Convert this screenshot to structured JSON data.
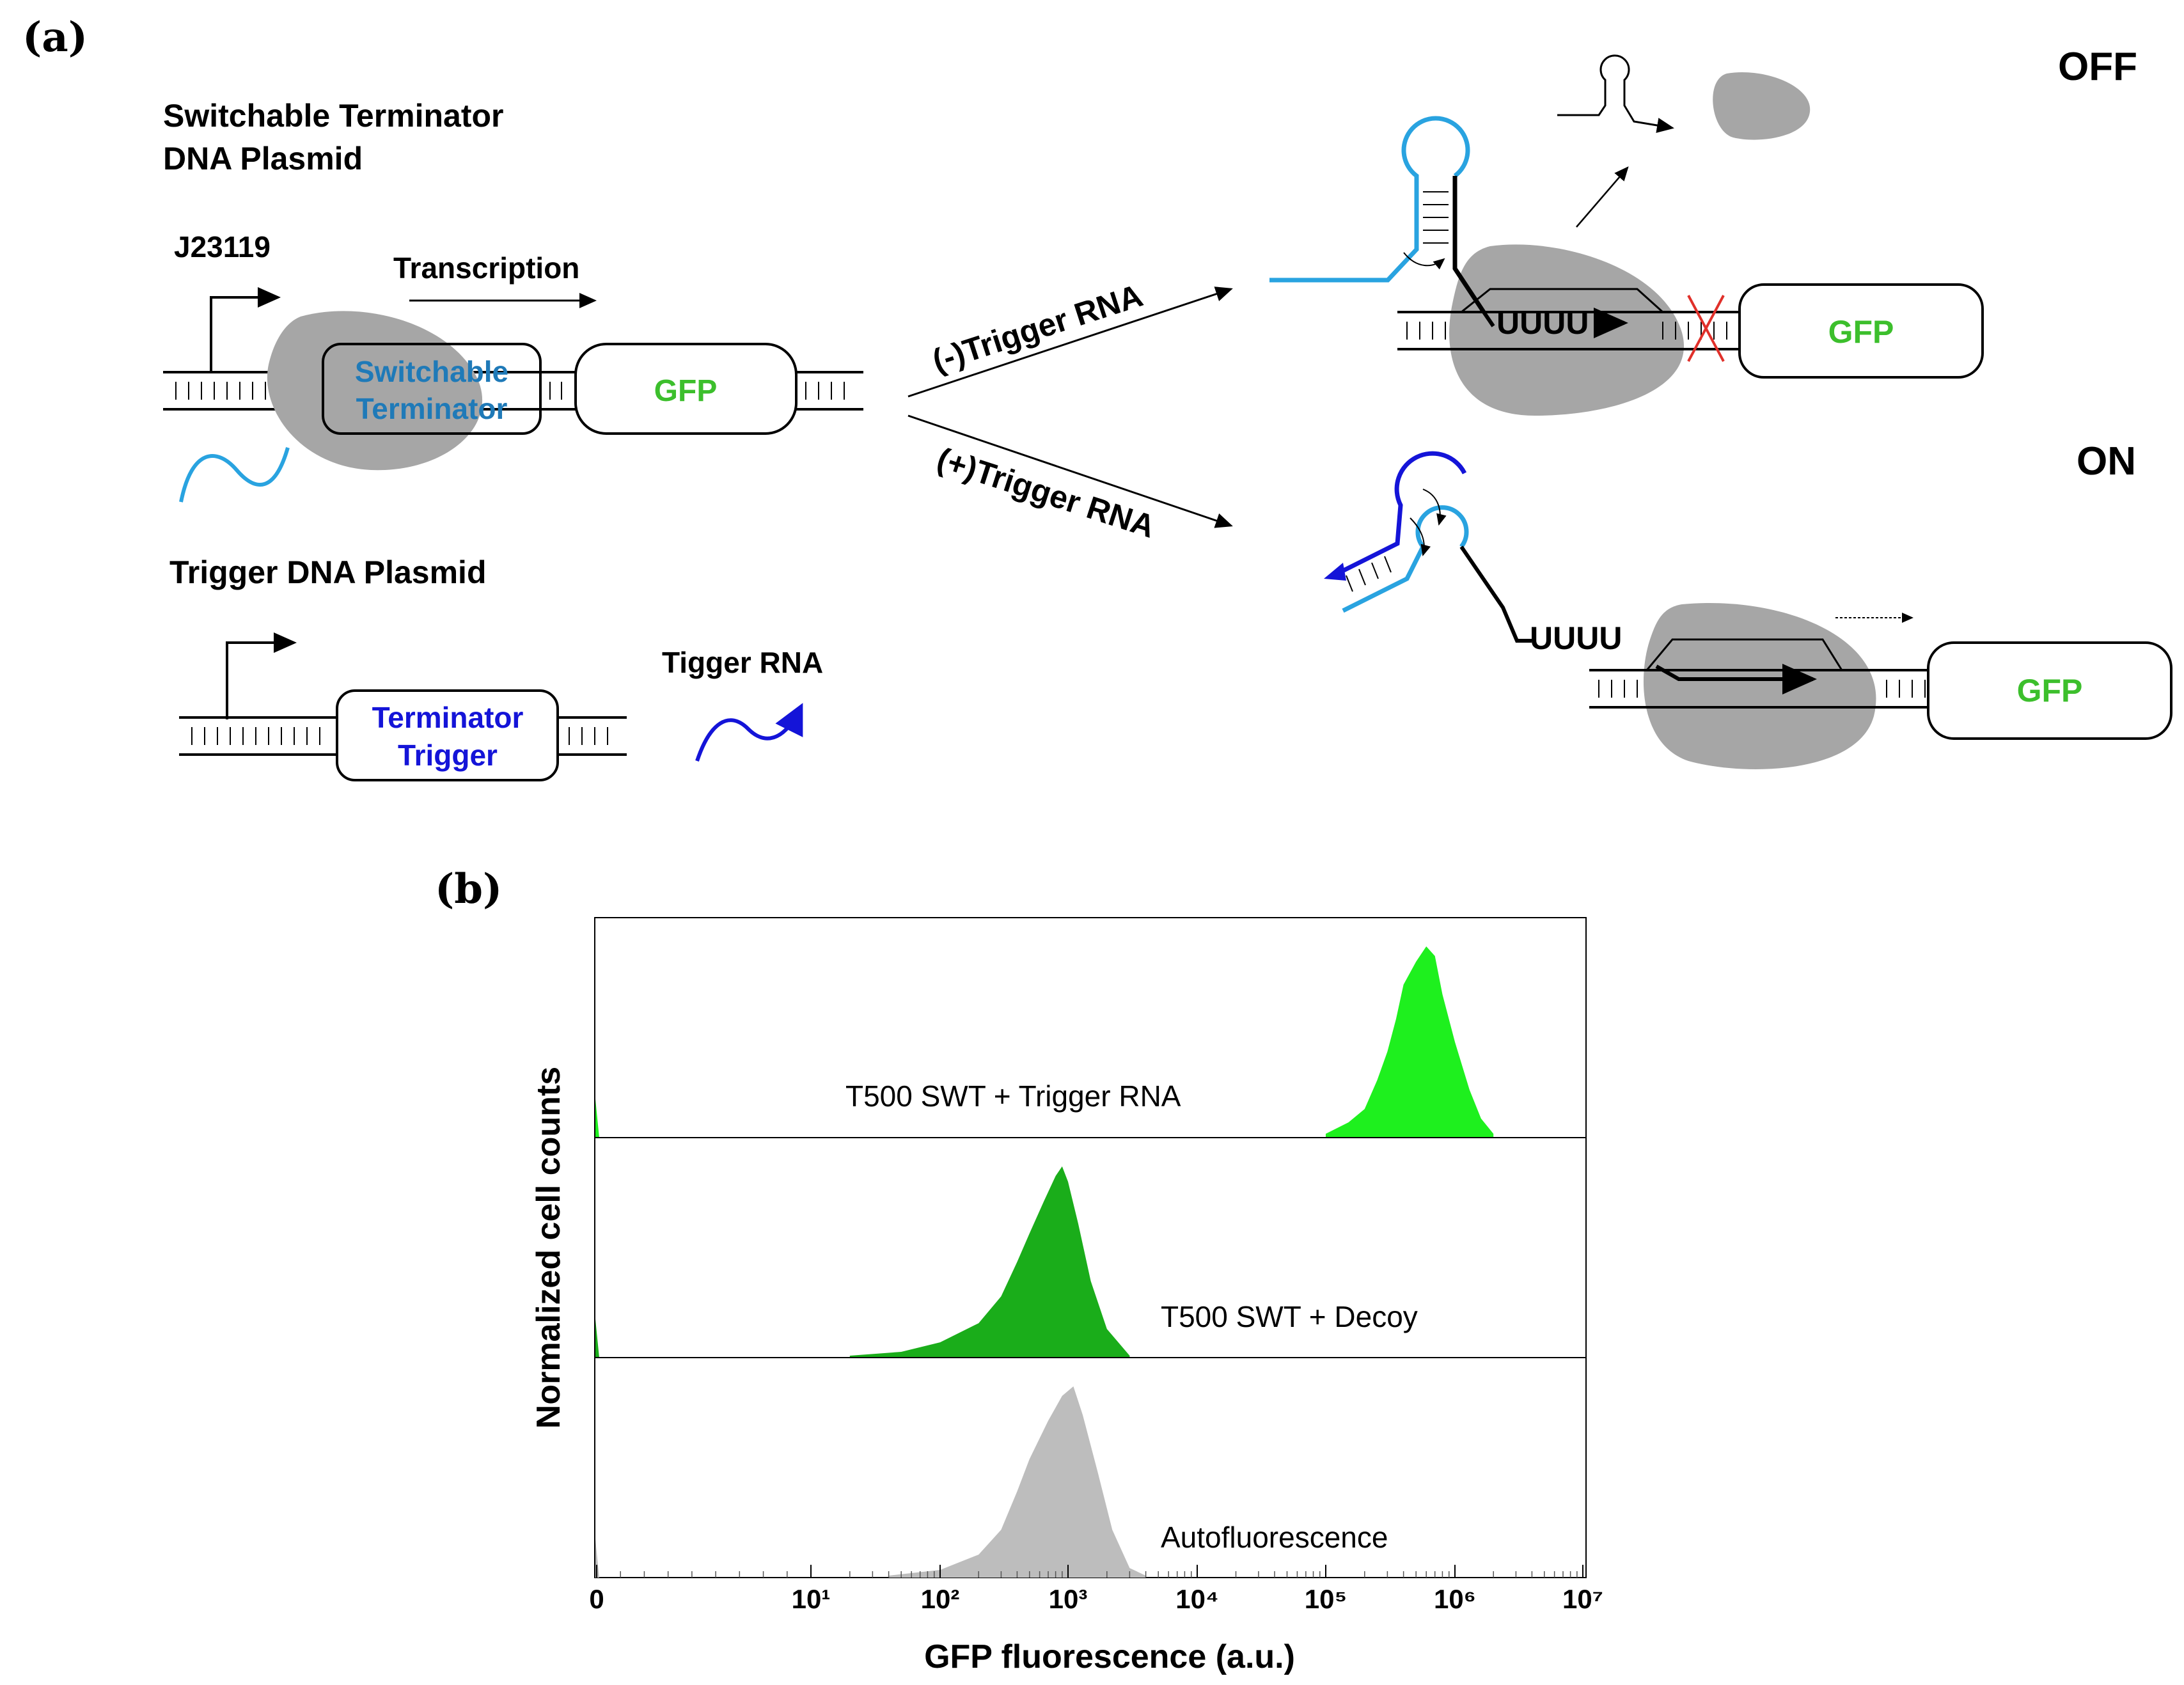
{
  "panel_a": {
    "label": "(a)",
    "plasmid1_title_line1": "Switchable Terminator",
    "plasmid1_title_line2": "DNA Plasmid",
    "promoter": "J23119",
    "transcription": "Transcription",
    "switchable_terminator_line1": "Switchable",
    "switchable_terminator_line2": "Terminator",
    "gfp": "GFP",
    "plasmid2_title": "Trigger DNA Plasmid",
    "terminator_trigger_line1": "Terminator",
    "terminator_trigger_line2": "Trigger",
    "tigger_rna": "Tigger RNA",
    "minus_trigger": "(-)Trigger RNA",
    "plus_trigger": "(+)Trigger RNA",
    "off": "OFF",
    "on": "ON",
    "uuuu": "UUUU",
    "colors": {
      "switchable_dark": "#1f7ab8",
      "switchable_light": "#29a3e0",
      "trigger_blue": "#1414d8",
      "gfp_green": "#3cbf2c",
      "polymerase_grey": "#a6a6a6",
      "block_red": "#e0302a"
    }
  },
  "panel_b": {
    "label": "(b)",
    "chart_data": {
      "type": "area",
      "xlabel": "GFP fluorescence (a.u.)",
      "ylabel": "Normalized cell counts",
      "x_scale": "log (biexponential, 0 at left)",
      "x_ticks": [
        "0",
        "10¹",
        "10²",
        "10³",
        "10⁴",
        "10⁵",
        "10⁶",
        "10⁷"
      ],
      "x_tick_values": [
        0,
        10,
        100,
        1000,
        10000,
        100000,
        1000000,
        10000000
      ],
      "series": [
        {
          "name": "T500 SWT + Trigger RNA",
          "color": "#1ef01e",
          "points": [
            [
              100000,
              0.02
            ],
            [
              150000,
              0.08
            ],
            [
              200000,
              0.15
            ],
            [
              250000,
              0.3
            ],
            [
              300000,
              0.45
            ],
            [
              350000,
              0.62
            ],
            [
              400000,
              0.8
            ],
            [
              500000,
              0.92
            ],
            [
              600000,
              1.0
            ],
            [
              700000,
              0.95
            ],
            [
              800000,
              0.75
            ],
            [
              1000000,
              0.5
            ],
            [
              1300000,
              0.25
            ],
            [
              1600000,
              0.1
            ],
            [
              2000000,
              0.02
            ]
          ]
        },
        {
          "name": "T500 SWT + Decoy",
          "color": "#1aad1a",
          "points": [
            [
              20,
              0.01
            ],
            [
              50,
              0.03
            ],
            [
              100,
              0.08
            ],
            [
              200,
              0.18
            ],
            [
              300,
              0.32
            ],
            [
              400,
              0.5
            ],
            [
              500,
              0.65
            ],
            [
              650,
              0.82
            ],
            [
              800,
              0.95
            ],
            [
              900,
              1.0
            ],
            [
              1000,
              0.92
            ],
            [
              1200,
              0.7
            ],
            [
              1500,
              0.4
            ],
            [
              2000,
              0.15
            ],
            [
              3000,
              0.01
            ]
          ]
        },
        {
          "name": "Autofluorescence",
          "color": "#bdbdbd",
          "points": [
            [
              40,
              0.01
            ],
            [
              100,
              0.04
            ],
            [
              200,
              0.12
            ],
            [
              300,
              0.25
            ],
            [
              400,
              0.45
            ],
            [
              500,
              0.62
            ],
            [
              700,
              0.82
            ],
            [
              900,
              0.95
            ],
            [
              1100,
              1.0
            ],
            [
              1300,
              0.85
            ],
            [
              1700,
              0.55
            ],
            [
              2200,
              0.25
            ],
            [
              3000,
              0.05
            ],
            [
              4000,
              0.01
            ]
          ]
        }
      ]
    }
  }
}
